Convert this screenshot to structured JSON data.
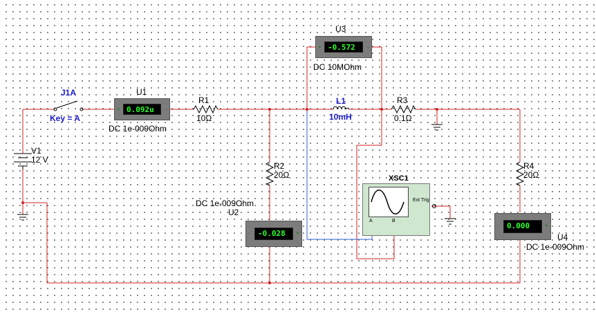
{
  "switch": {
    "name": "J1A",
    "key_label": "Key = A"
  },
  "battery": {
    "name": "V1",
    "value": "12 V"
  },
  "meters": {
    "u1": {
      "name": "U1",
      "reading": "0.092u",
      "mode": "DC  1e-009Ohm"
    },
    "u2": {
      "name": "U2",
      "reading": "-0.028",
      "mode": "DC  1e-009Ohm"
    },
    "u3": {
      "name": "U3",
      "reading": "-0.572",
      "mode": "DC  10MOhm"
    },
    "u4": {
      "name": "U4",
      "reading": "0.000",
      "mode": "DC  1e-009Ohm"
    }
  },
  "resistors": {
    "r1": {
      "name": "R1",
      "value": "10Ω"
    },
    "r2": {
      "name": "R2",
      "value": "20Ω"
    },
    "r3": {
      "name": "R3",
      "value": "0.1Ω"
    },
    "r4": {
      "name": "R4",
      "value": "20Ω"
    }
  },
  "inductor": {
    "name": "L1",
    "value": "10mH"
  },
  "oscilloscope": {
    "name": "XSC1",
    "ext_trig": "Ext Trig",
    "channel_a": "A",
    "channel_b": "B"
  },
  "terminal_marks": {
    "plus": "+",
    "minus": "-"
  },
  "colors": {
    "wire": "#d42020",
    "wire_scope": "#2d5ed8",
    "meter_body": "#7c7c7c",
    "meter_text": "#2bff2b",
    "label_blue": "#1c1ccc"
  }
}
